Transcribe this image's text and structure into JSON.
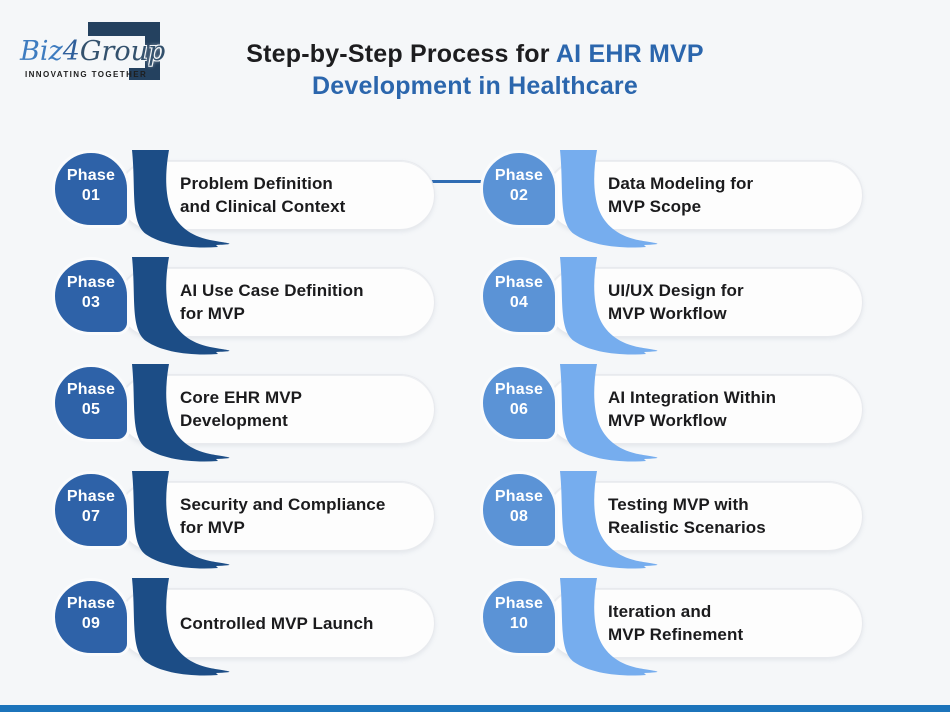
{
  "logo": {
    "part1": "Biz",
    "part2": "4",
    "part3": "Group",
    "tagline": "INNOVATING TOGETHER"
  },
  "header": {
    "title_prefix": "Step-by-Step Process for",
    "title_highlight": "AI EHR MVP",
    "title_line2": "Development in Healthcare"
  },
  "colors": {
    "page_bg": "#f5f7f9",
    "title_text": "#1d1d1f",
    "title_accent": "#2b66ad",
    "underline": "#2f6cb3",
    "bubble_dark": "#2e62a8",
    "ribbon_dark": "#1c4d86",
    "bubble_light": "#5b93d6",
    "ribbon_light": "#76adee",
    "card_bg": "#fdfdfd",
    "card_border": "#e8eaee",
    "phase_text": "#ffffff",
    "item_text": "#1b1b1d",
    "footer_bar": "#1c74bb",
    "logo_navy": "#24415f",
    "logo_blue": "#3e7cc0",
    "logo_slate": "#33516d"
  },
  "phases": [
    {
      "label": "Phase",
      "number": "01",
      "variant": "dark",
      "line1": "Problem Definition",
      "line2": "and Clinical Context"
    },
    {
      "label": "Phase",
      "number": "02",
      "variant": "light",
      "line1": "Data Modeling for",
      "line2": "MVP Scope"
    },
    {
      "label": "Phase",
      "number": "03",
      "variant": "dark",
      "line1": "AI Use Case Definition",
      "line2": "for MVP"
    },
    {
      "label": "Phase",
      "number": "04",
      "variant": "light",
      "line1": "UI/UX Design for",
      "line2": "MVP Workflow"
    },
    {
      "label": "Phase",
      "number": "05",
      "variant": "dark",
      "line1": "Core EHR MVP",
      "line2": "Development"
    },
    {
      "label": "Phase",
      "number": "06",
      "variant": "light",
      "line1": "AI Integration Within",
      "line2": "MVP Workflow"
    },
    {
      "label": "Phase",
      "number": "07",
      "variant": "dark",
      "line1": "Security and Compliance",
      "line2": "for MVP"
    },
    {
      "label": "Phase",
      "number": "08",
      "variant": "light",
      "line1": "Testing MVP with",
      "line2": "Realistic Scenarios"
    },
    {
      "label": "Phase",
      "number": "09",
      "variant": "dark",
      "line1": "Controlled MVP Launch",
      "line2": ""
    },
    {
      "label": "Phase",
      "number": "10",
      "variant": "light",
      "line1": "Iteration and",
      "line2": "MVP Refinement"
    }
  ]
}
